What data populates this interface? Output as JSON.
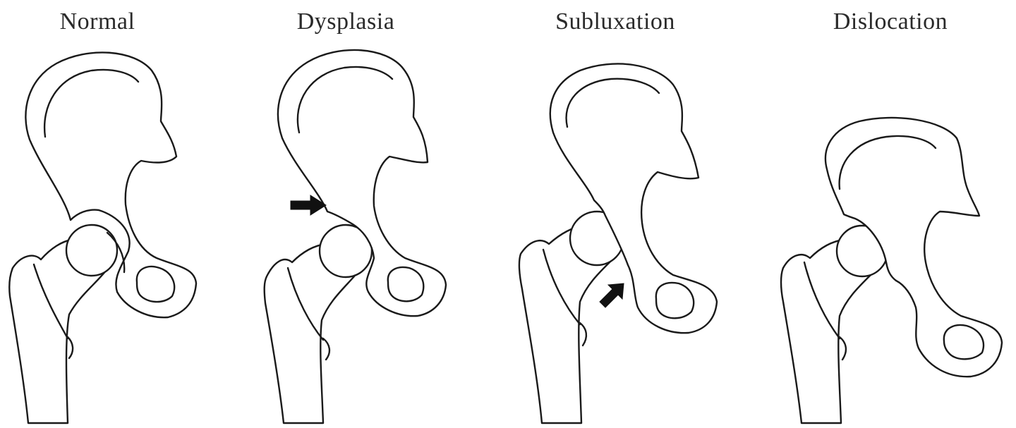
{
  "panels": [
    {
      "label": "Normal"
    },
    {
      "label": "Dysplasia"
    },
    {
      "label": "Subluxation"
    },
    {
      "label": "Dislocation"
    }
  ],
  "colors": {
    "line": "#1a1a1a",
    "background": "#ffffff",
    "arrow": "#111111"
  }
}
